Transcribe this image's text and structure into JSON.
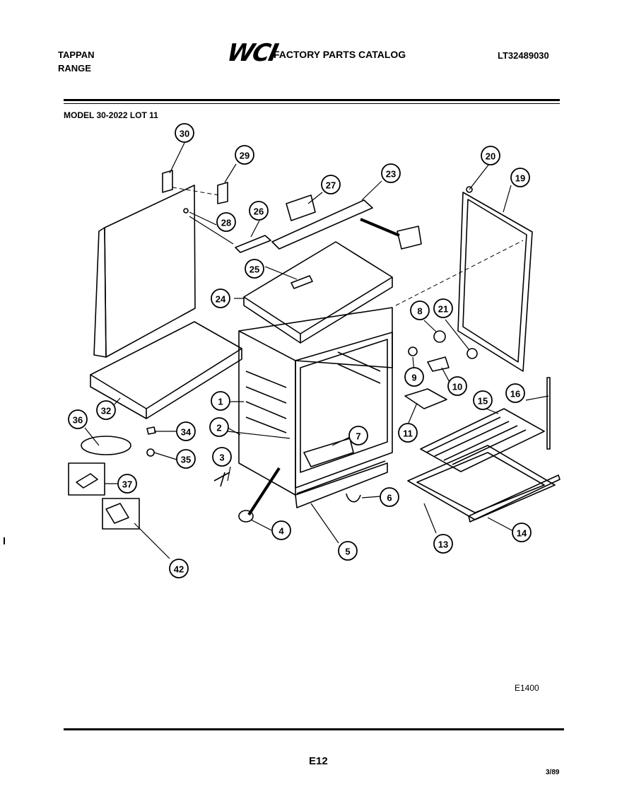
{
  "header": {
    "brand": "TAPPAN",
    "product": "RANGE",
    "logo_text": "WCI",
    "catalog_title": "FACTORY PARTS CATALOG",
    "catalog_number": "LT32489030",
    "model_line": "MODEL 30-2022 LOT 11"
  },
  "diagram": {
    "callouts": [
      "1",
      "2",
      "3",
      "4",
      "5",
      "6",
      "7",
      "8",
      "9",
      "10",
      "11",
      "13",
      "14",
      "15",
      "16",
      "19",
      "20",
      "21",
      "23",
      "24",
      "25",
      "26",
      "27",
      "28",
      "29",
      "30",
      "32",
      "34",
      "35",
      "36",
      "37",
      "42"
    ],
    "figure_code": "E1400"
  },
  "footer": {
    "page_number": "E12",
    "date_code": "3/89"
  },
  "colors": {
    "ink": "#000000",
    "paper": "#ffffff",
    "outer_border": "#000000"
  }
}
